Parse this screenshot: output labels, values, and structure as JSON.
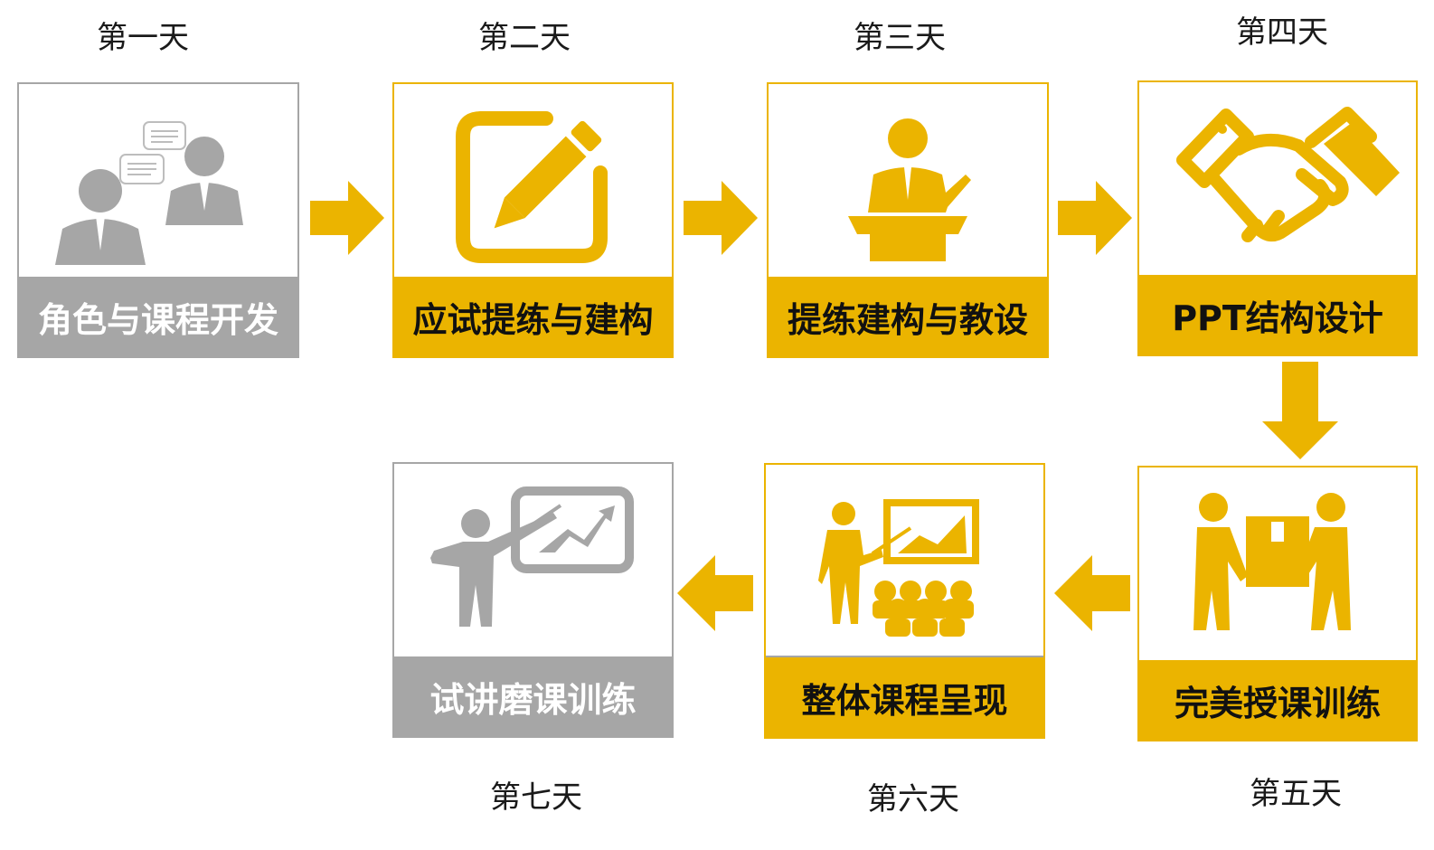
{
  "colors": {
    "accent": "#ebb400",
    "grey": "#a6a6a6",
    "text": "#1a1a1a"
  },
  "steps": [
    {
      "day": "第一天",
      "label": "角色与课程开发",
      "icon": "discussion-icon",
      "style": "grey"
    },
    {
      "day": "第二天",
      "label": "应试提练与建构",
      "icon": "edit-pencil-icon",
      "style": "gold"
    },
    {
      "day": "第三天",
      "label": "提练建构与教设",
      "icon": "podium-speaker-icon",
      "style": "gold"
    },
    {
      "day": "第四天",
      "label": "PPT结构设计",
      "icon": "handshake-icon",
      "style": "gold"
    },
    {
      "day": "第五天",
      "label": "完美授课训练",
      "icon": "carry-box-icon",
      "style": "gold"
    },
    {
      "day": "第六天",
      "label": "整体课程呈现",
      "icon": "presentation-audience-icon",
      "style": "gold"
    },
    {
      "day": "第七天",
      "label": "试讲磨课训练",
      "icon": "presenter-chart-icon",
      "style": "grey"
    }
  ]
}
